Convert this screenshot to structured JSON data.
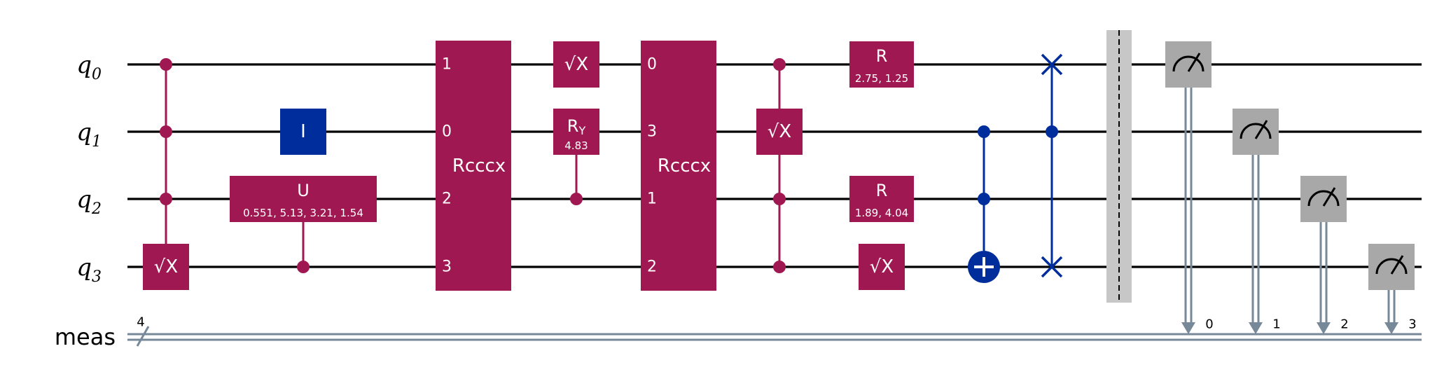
{
  "colors": {
    "magenta": "#a01852",
    "blue": "#002d9c",
    "gray": "#a8a8a8",
    "barrier": "#c7c7c7",
    "classical": "#778899",
    "wire": "#000000"
  },
  "wires": {
    "qubits": [
      {
        "name": "q",
        "index": "0"
      },
      {
        "name": "q",
        "index": "1"
      },
      {
        "name": "q",
        "index": "2"
      },
      {
        "name": "q",
        "index": "3"
      }
    ],
    "classical": {
      "name": "meas",
      "width": "4"
    }
  },
  "gates": {
    "ccx_sx": {
      "label": "√X",
      "controls": [
        0,
        1,
        2
      ],
      "target": 3
    },
    "id_gate": {
      "label": "I",
      "qubit": 1
    },
    "cu_gate": {
      "label": "U",
      "params": "0.551, 5.13, 3.21, 1.54",
      "qubits": [
        2
      ],
      "control": 3
    },
    "rcccx_1": {
      "label": "Rcccx",
      "pin_labels": [
        "1",
        "0",
        "2",
        "3"
      ]
    },
    "sx_q0": {
      "label": "√X",
      "qubit": 0
    },
    "cry": {
      "label": "R",
      "sub": "Y",
      "param": "4.83",
      "target": 1,
      "control": 2
    },
    "rcccx_2": {
      "label": "Rcccx",
      "pin_labels": [
        "0",
        "3",
        "1",
        "2"
      ]
    },
    "mc_sx": {
      "label": "√X",
      "controls": [
        0,
        2,
        3
      ],
      "target": 1
    },
    "r_q0": {
      "label": "R",
      "params": "2.75, 1.25",
      "qubit": 0
    },
    "r_q2": {
      "label": "R",
      "params": "1.89, 4.04",
      "qubit": 2
    },
    "sx_q3": {
      "label": "√X",
      "qubit": 3
    },
    "ccx": {
      "controls": [
        1,
        2
      ],
      "target": 3
    },
    "cswap": {
      "control": 1,
      "targets": [
        0,
        3
      ]
    },
    "barrier": {
      "qubits": [
        0,
        1,
        2,
        3
      ]
    },
    "measures": [
      {
        "qubit": 0,
        "bit": "0"
      },
      {
        "qubit": 1,
        "bit": "1"
      },
      {
        "qubit": 2,
        "bit": "2"
      },
      {
        "qubit": 3,
        "bit": "3"
      }
    ]
  }
}
